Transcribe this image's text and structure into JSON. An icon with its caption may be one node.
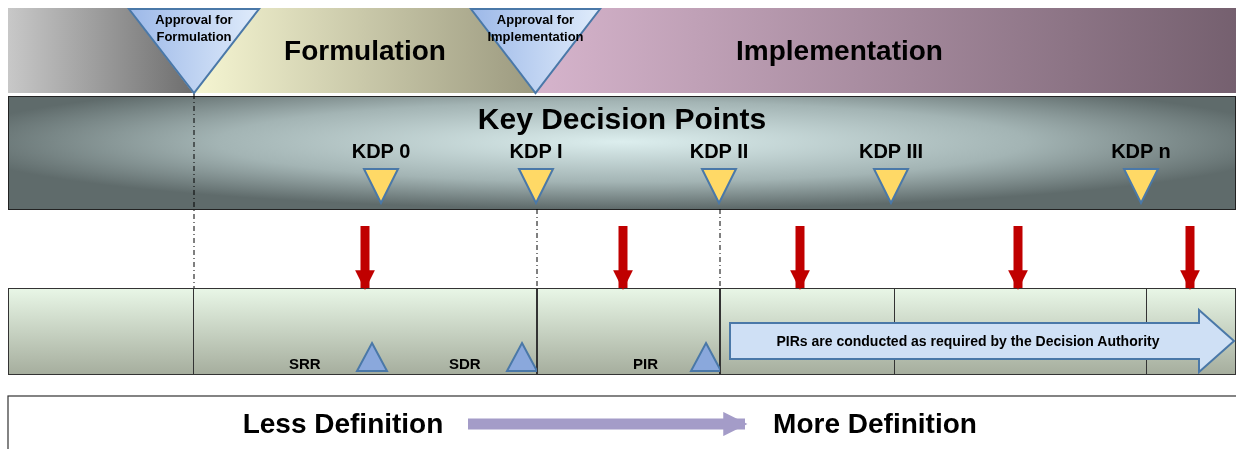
{
  "diagram": {
    "nodes": [
      {
        "text": [
          "Approval for Formulation"
        ]
      },
      {
        "text": [
          "Formulation"
        ]
      },
      {
        "text": [
          "Approval for Implementation"
        ]
      },
      {
        "text": [
          "Implementation"
        ]
      },
      {
        "text": [
          "Key Decision Points"
        ]
      },
      {
        "text": [
          "KDP 0"
        ],
        "in": 4
      },
      {
        "text": [
          "KDP I"
        ],
        "in": 4
      },
      {
        "text": [
          "KDP II"
        ],
        "in": 4
      },
      {
        "text": [
          "KDP III"
        ],
        "in": 4
      },
      {
        "text": [
          "KDP n"
        ],
        "in": 4
      },
      {
        "text": [],
        "shape": "box"
      },
      {
        "text": [],
        "shape": "box"
      },
      {
        "text": [],
        "shape": "box"
      },
      {
        "text": [],
        "shape": "box"
      },
      {
        "text": [
          "SRR"
        ],
        "in": 11
      },
      {
        "text": [
          "SDR"
        ],
        "in": 11
      },
      {
        "text": [
          "PIR"
        ],
        "in": 12
      },
      {
        "text": [
          "PIRs are conducted as required by the Decision Authority"
        ],
        "in": 13
      },
      {
        "text": [
          "Less Definition"
        ]
      },
      {
        "text": [
          "More Definition"
        ]
      }
    ],
    "edges": [
      {
        "from": null,
        "to": 11,
        "arrow": "to"
      },
      {
        "from": null,
        "to": 12,
        "arrow": "to"
      },
      {
        "from": null,
        "to": 13,
        "arrow": "to"
      },
      {
        "from": null,
        "to": 13,
        "arrow": "to"
      },
      {
        "from": null,
        "to": 13,
        "arrow": "to"
      },
      {
        "from": 18,
        "to": 19,
        "arrow": "to",
        "color": "#a49cc8"
      },
      {
        "from": 0,
        "to": 10,
        "arrow": "none",
        "style": "dashed",
        "color": "#000000"
      },
      {
        "from": 6,
        "to": 12,
        "arrow": "none",
        "style": "dashed",
        "color": "#000000"
      },
      {
        "from": 7,
        "to": 13,
        "arrow": "none",
        "style": "dashed",
        "color": "#000000"
      }
    ]
  }
}
